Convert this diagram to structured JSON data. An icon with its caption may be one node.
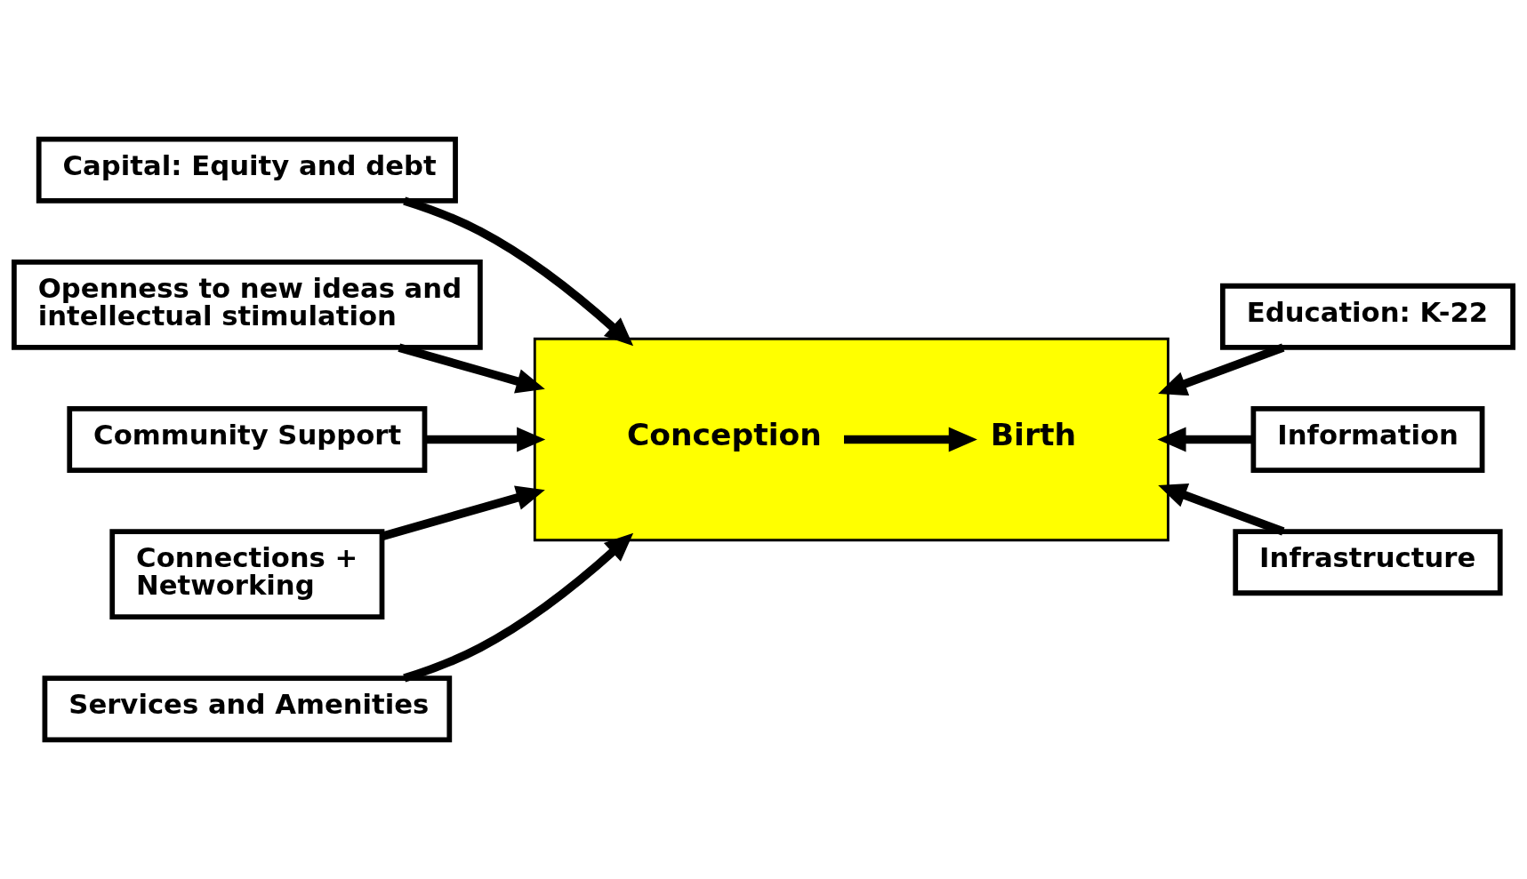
{
  "diagram": {
    "nodes": [
      {
        "text": [],
        "shape": "star"
      },
      {
        "text": [
          "Conception"
        ],
        "in": 0
      },
      {
        "text": [
          "Birth"
        ],
        "in": 0
      },
      {
        "text": [
          "Capital: Equity and debt"
        ]
      },
      {
        "text": [
          "Openness to new ideas and intellectual stimulation"
        ]
      },
      {
        "text": [
          "Education: K-22"
        ]
      },
      {
        "text": [
          "Community Support"
        ]
      },
      {
        "text": [
          "Information"
        ]
      },
      {
        "text": [
          "Connections + Networking"
        ]
      },
      {
        "text": [
          "Infrastructure"
        ]
      },
      {
        "text": [
          "Services and Amenities"
        ]
      }
    ],
    "edges": [
      {
        "from": 1,
        "to": 2,
        "arrow": "to"
      },
      {
        "from": 3,
        "to": 0,
        "arrow": "to"
      },
      {
        "from": 4,
        "to": 0,
        "arrow": "to"
      },
      {
        "from": 5,
        "to": 0,
        "arrow": "to"
      },
      {
        "from": 6,
        "to": 0,
        "arrow": "to"
      },
      {
        "from": 7,
        "to": 0,
        "arrow": "to"
      },
      {
        "from": 8,
        "to": 0,
        "arrow": "to"
      },
      {
        "from": 9,
        "to": 0,
        "arrow": "to"
      },
      {
        "from": 10,
        "to": 0,
        "arrow": "to"
      }
    ]
  }
}
